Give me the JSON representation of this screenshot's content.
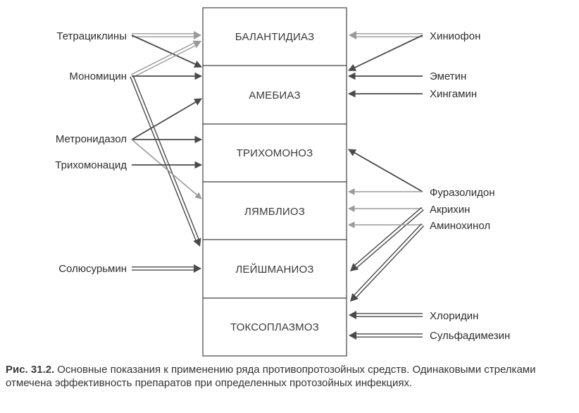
{
  "colors": {
    "dark": "#4a4a4a",
    "light": "#9a9a9a",
    "box": "#444444"
  },
  "diseases": [
    "БАЛАНТИДИАЗ",
    "АМЕБИАЗ",
    "ТРИХОМОНОЗ",
    "ЛЯМБЛИОЗ",
    "ЛЕЙШМАНИОЗ",
    "ТОКСОПЛАЗМОЗ"
  ],
  "drugs_left": [
    "Тетрациклины",
    "Мономицин",
    "Метронидазол",
    "Трихомонацид",
    "Солюсурьмин"
  ],
  "drugs_right": [
    "Хиниофон",
    "Эметин",
    "Хингамин",
    "Фуразолидон",
    "Акрихин",
    "Аминохинол",
    "Хлоридин",
    "Сульфадимезин"
  ],
  "arrows": [
    {
      "from": "Тетрациклины",
      "to": "БАЛАНТИДИАЗ",
      "style": "double-light"
    },
    {
      "from": "Тетрациклины",
      "to": "АМЕБИАЗ",
      "style": "single-dark"
    },
    {
      "from": "Мономицин",
      "to": "БАЛАНТИДИАЗ",
      "style": "double-light"
    },
    {
      "from": "Мономицин",
      "to": "АМЕБИАЗ",
      "style": "single-dark"
    },
    {
      "from": "Мономицин",
      "to": "ЛЕЙШМАНИОЗ",
      "style": "double-dark"
    },
    {
      "from": "Метронидазол",
      "to": "АМЕБИАЗ",
      "style": "single-dark"
    },
    {
      "from": "Метронидазол",
      "to": "ТРИХОМОНОЗ",
      "style": "single-dark"
    },
    {
      "from": "Метронидазол",
      "to": "ЛЯМБЛИОЗ",
      "style": "single-light"
    },
    {
      "from": "Трихомонацид",
      "to": "ТРИХОМОНОЗ",
      "style": "single-dark"
    },
    {
      "from": "Солюсурьмин",
      "to": "ЛЕЙШМАНИОЗ",
      "style": "double-dark"
    },
    {
      "from": "Хиниофон",
      "to": "БАЛАНТИДИАЗ",
      "style": "double-light"
    },
    {
      "from": "Хиниофон",
      "to": "АМЕБИАЗ",
      "style": "single-dark"
    },
    {
      "from": "Эметин",
      "to": "АМЕБИАЗ",
      "style": "single-dark"
    },
    {
      "from": "Хингамин",
      "to": "АМЕБИАЗ",
      "style": "single-dark"
    },
    {
      "from": "Фуразолидон",
      "to": "ТРИХОМОНОЗ",
      "style": "single-dark"
    },
    {
      "from": "Фуразолидон",
      "to": "ЛЯМБЛИОЗ",
      "style": "single-light"
    },
    {
      "from": "Акрихин",
      "to": "ЛЯМБЛИОЗ",
      "style": "single-light"
    },
    {
      "from": "Акрихин",
      "to": "ЛЕЙШМАНИОЗ",
      "style": "double-dark"
    },
    {
      "from": "Аминохинол",
      "to": "ЛЯМБЛИОЗ",
      "style": "single-light"
    },
    {
      "from": "Аминохинол",
      "to": "ТОКСОПЛАЗМОЗ",
      "style": "double-dark"
    },
    {
      "from": "Хлоридин",
      "to": "ТОКСОПЛАЗМОЗ",
      "style": "double-dark"
    },
    {
      "from": "Сульфадимезин",
      "to": "ТОКСОПЛАЗМОЗ",
      "style": "double-dark"
    }
  ],
  "caption": {
    "label": "Рис. 31.2.",
    "text": "Основные показания к применению ряда противопротозойных средств. Одинаковыми стрелками отмечена эффективность препаратов при определенных протозойных инфекциях."
  }
}
